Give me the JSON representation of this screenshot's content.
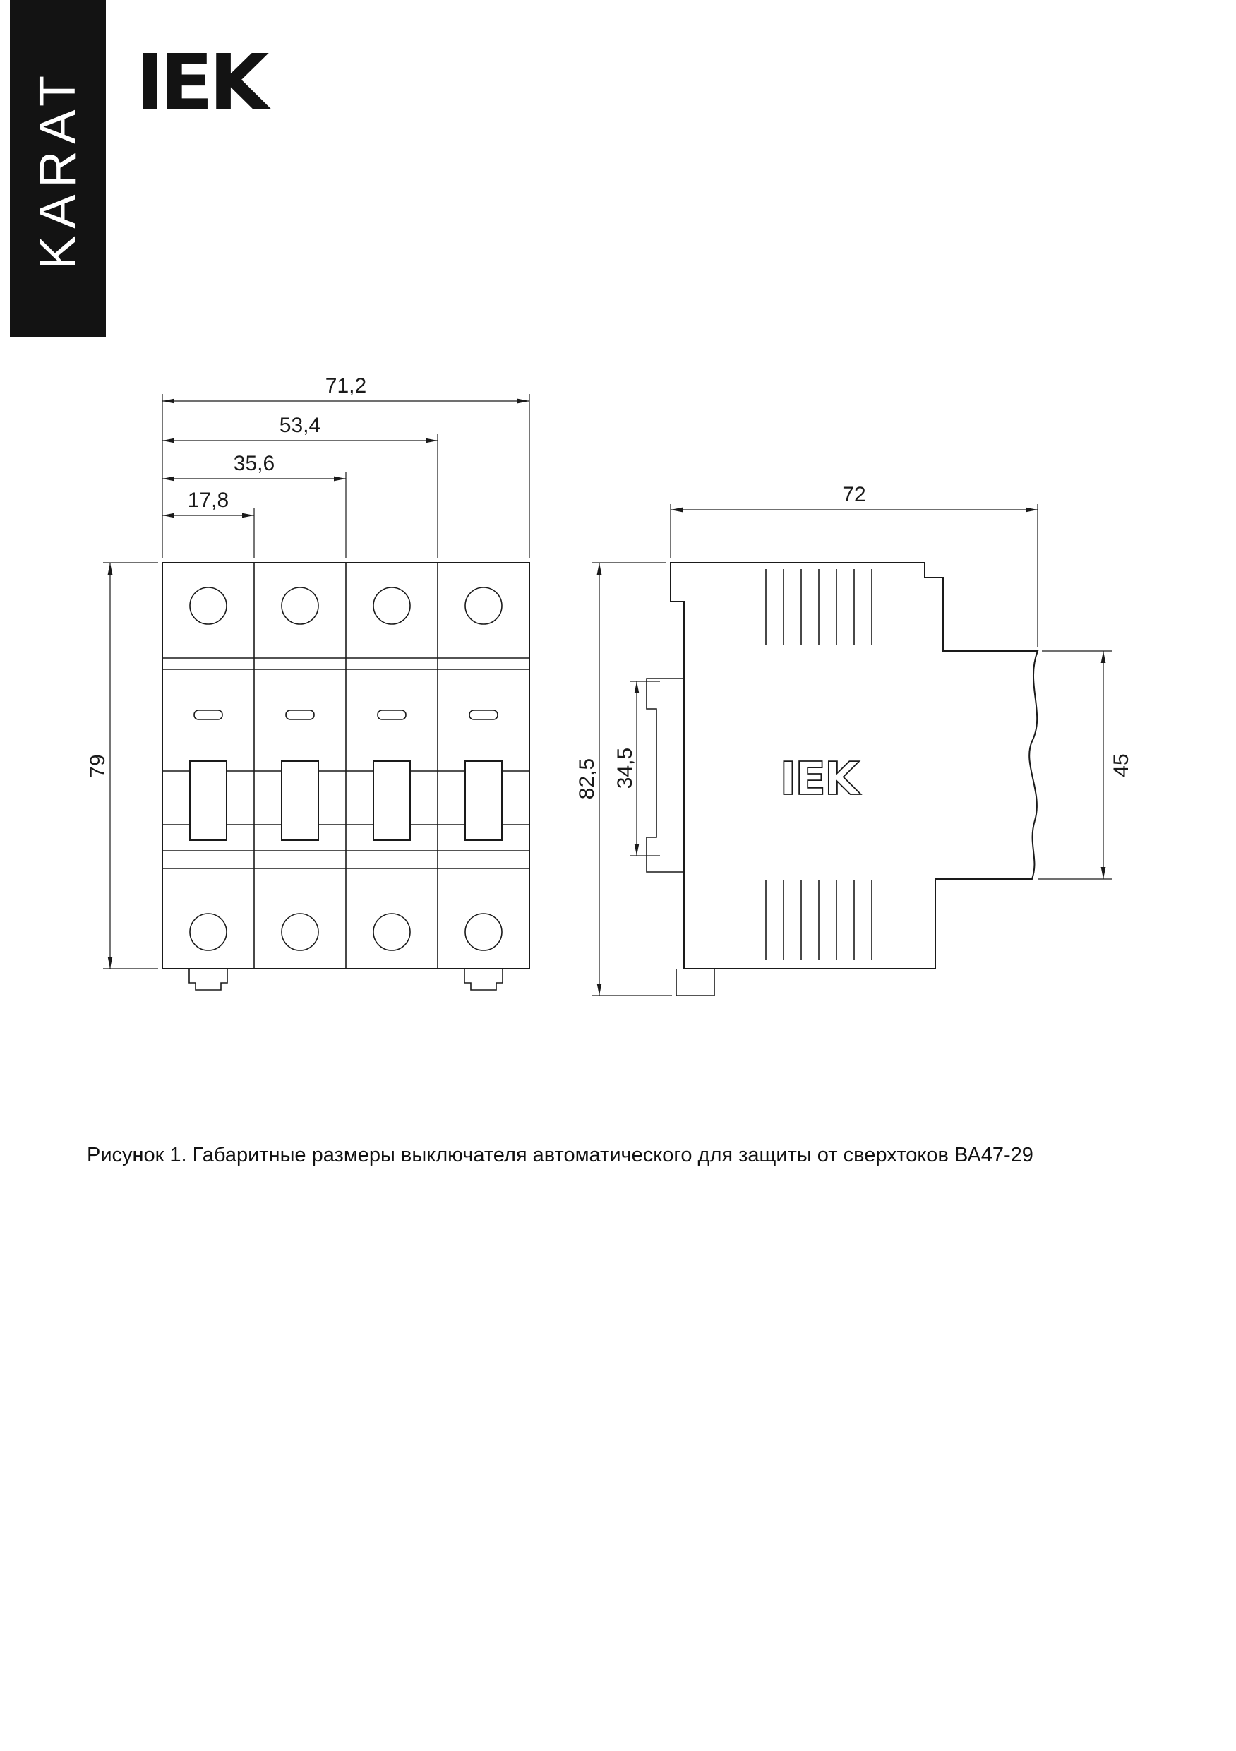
{
  "brand": {
    "vertical_label": "KARAT",
    "logo": "IEK"
  },
  "caption": "Рисунок 1. Габаритные размеры выключателя автоматического для защиты от сверхтоков ВА47-29",
  "front_view": {
    "dim_width_total": "71,2",
    "dim_width_3": "53,4",
    "dim_width_2": "35,6",
    "dim_width_1": "17,8",
    "dim_height": "79"
  },
  "side_view": {
    "dim_depth": "72",
    "dim_height_total": "82,5",
    "dim_rail": "34,5",
    "dim_front": "45",
    "logo": "IEK"
  }
}
